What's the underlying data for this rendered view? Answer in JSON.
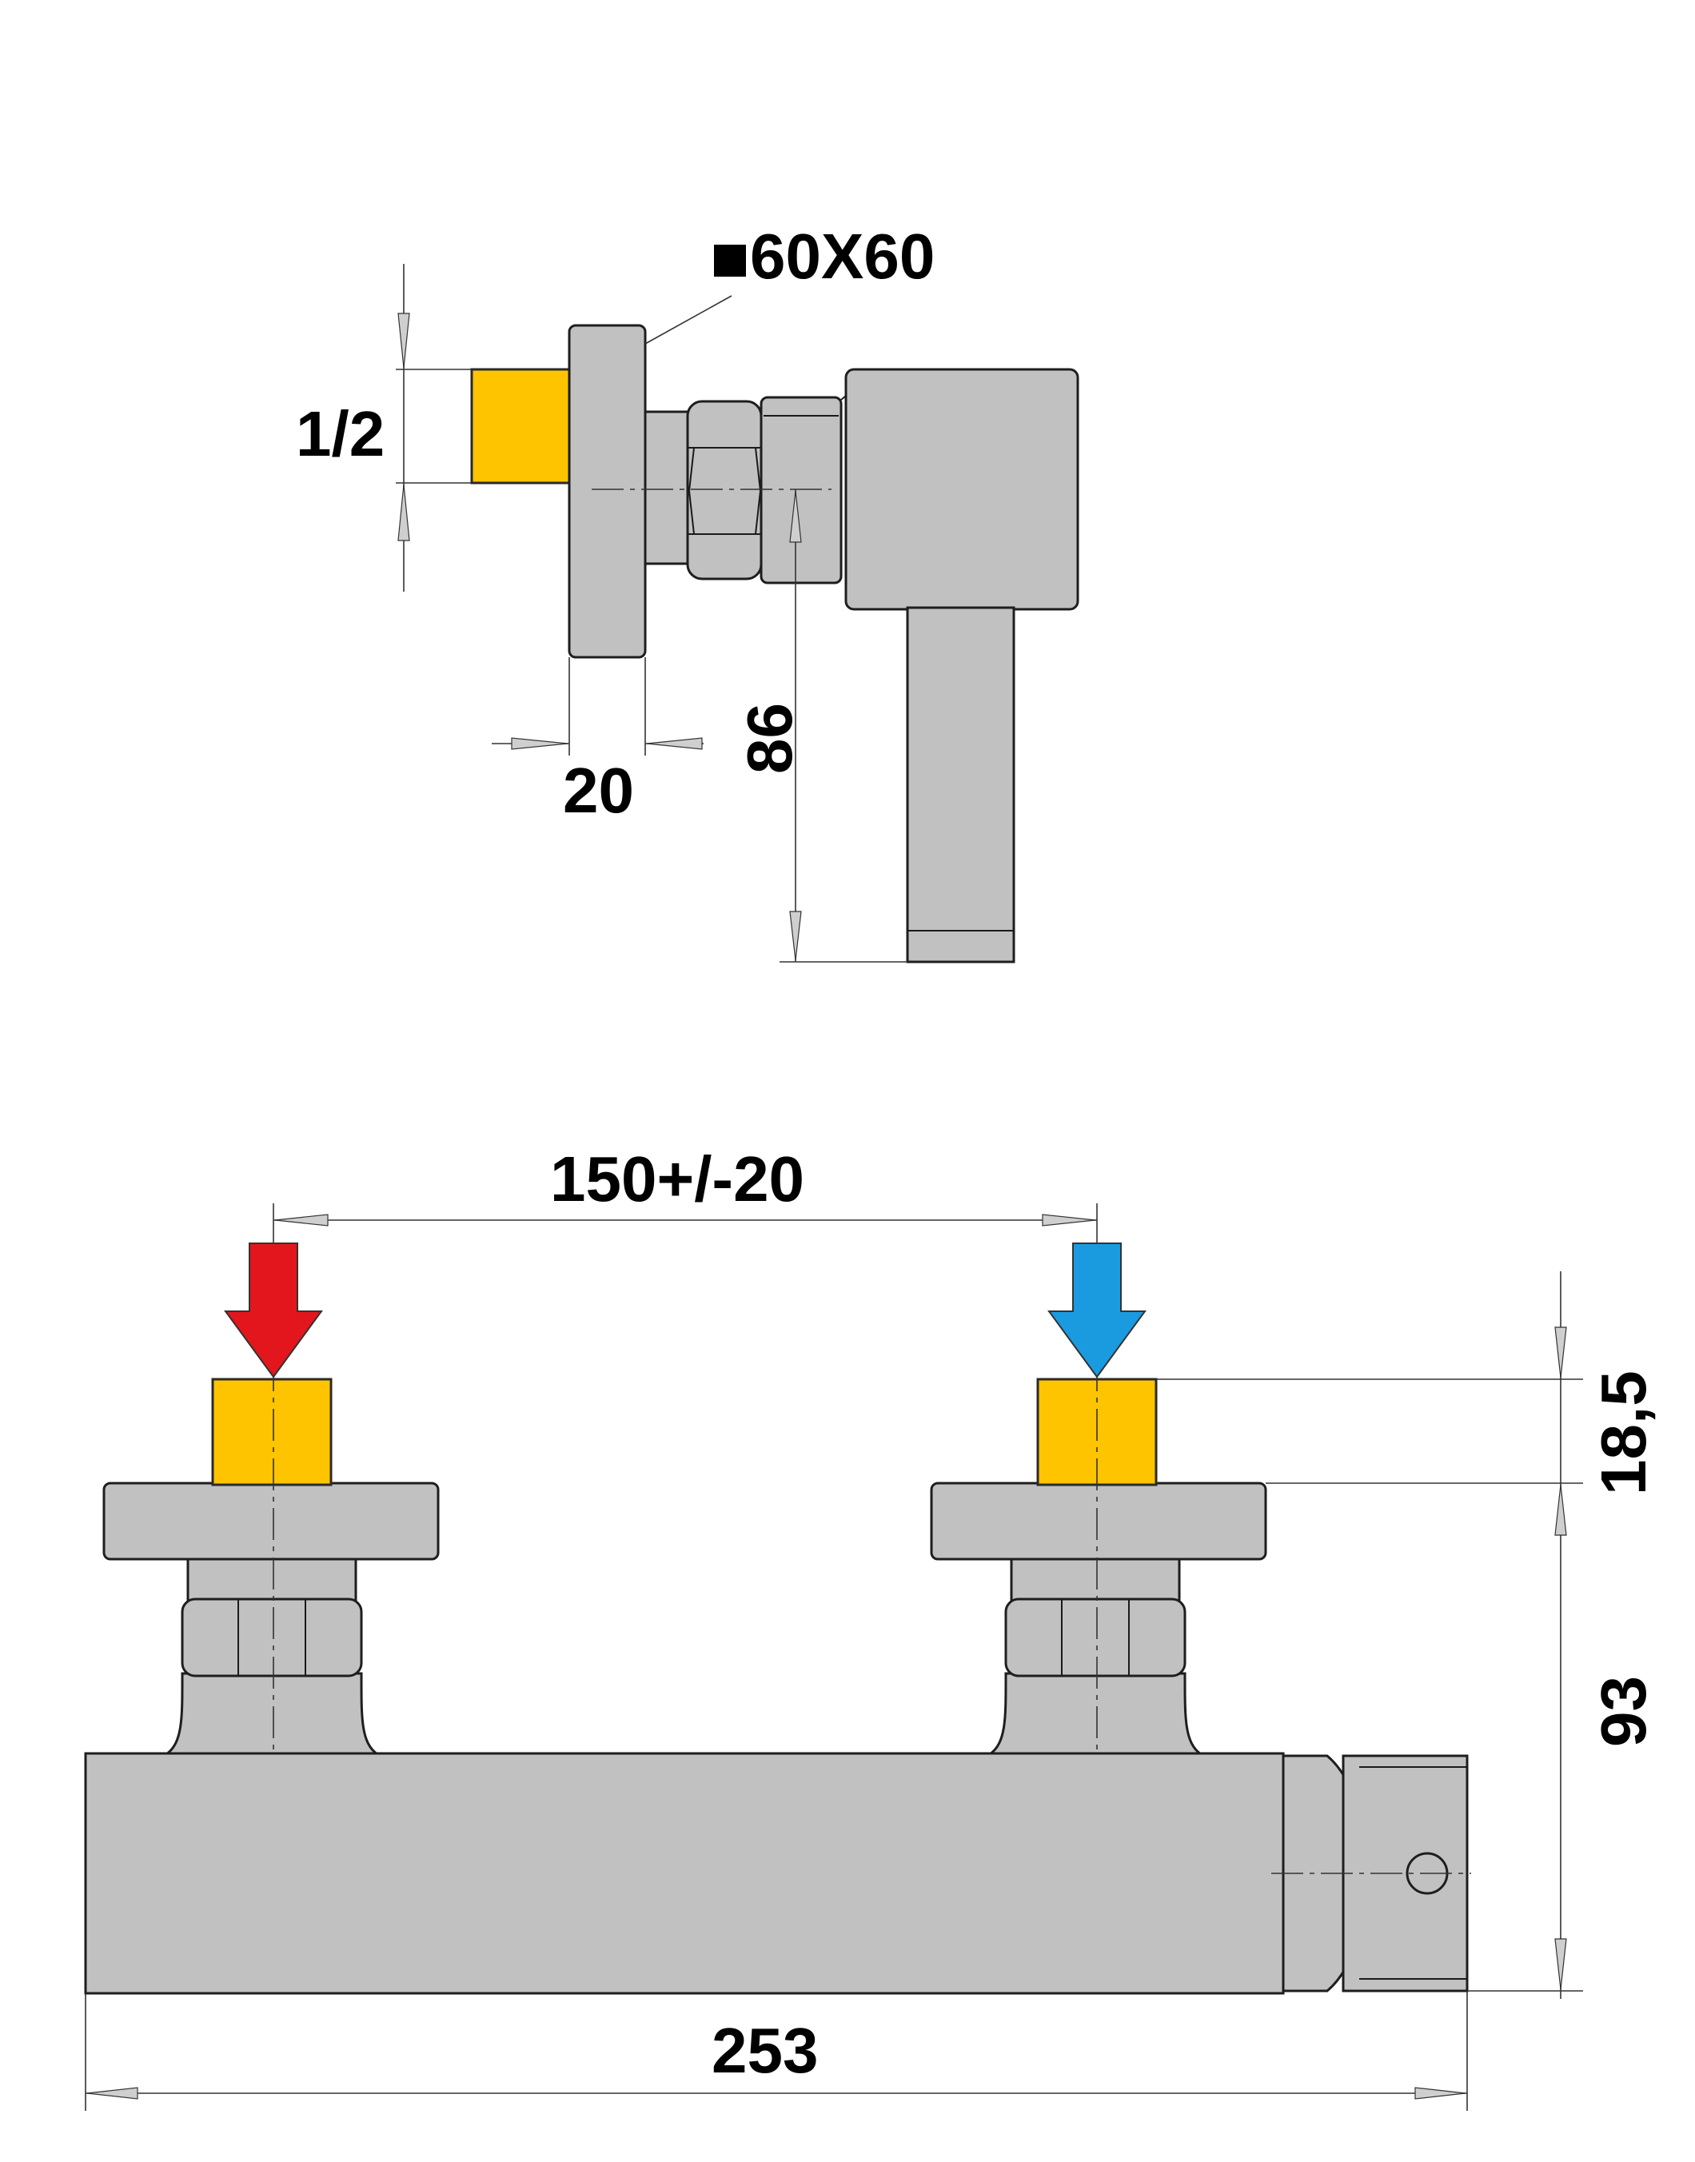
{
  "labels": {
    "square_size": "60X60",
    "thread": "1/2",
    "flange_depth": "20",
    "handle_drop": "86",
    "center_distance": "150+/-20",
    "thread_length": "18,5",
    "height": "93",
    "overall_length": "253"
  },
  "colors": {
    "body": "#c1c1c1",
    "thread": "#ffc400",
    "hot_arrow": "#e3161d",
    "cold_arrow": "#1a9be0"
  },
  "icons": {
    "hot_inlet": "red-down-arrow",
    "cold_inlet": "blue-down-arrow",
    "square_symbol": "filled-square"
  }
}
